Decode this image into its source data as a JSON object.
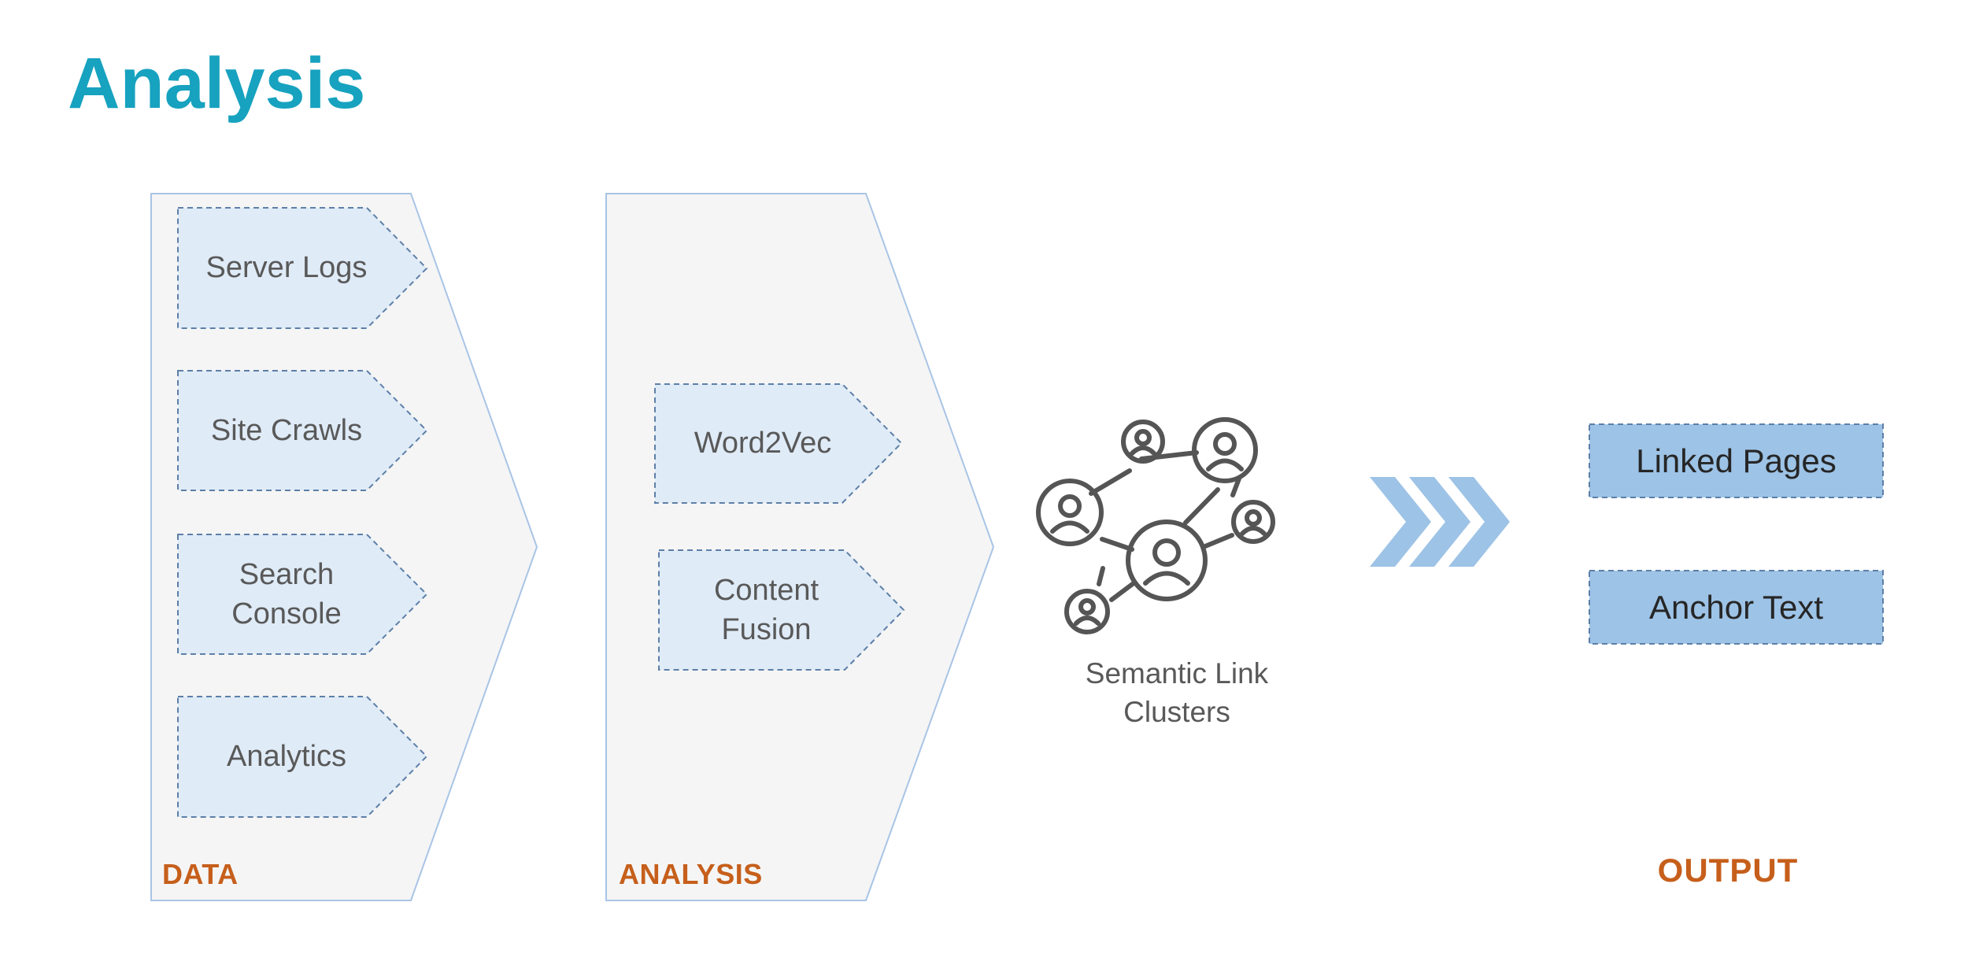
{
  "title": "Analysis",
  "data_column": {
    "label": "DATA",
    "items": [
      "Server Logs",
      "Site Crawls",
      "Search\nConsole",
      "Analytics"
    ]
  },
  "analysis_column": {
    "label": "ANALYSIS",
    "items": [
      "Word2Vec",
      "Content\nFusion"
    ]
  },
  "cluster": {
    "caption": "Semantic Link\nClusters",
    "icon": "network-people-icon"
  },
  "arrows_icon": "triple-chevron-right-icon",
  "output": {
    "label": "OUTPUT",
    "items": [
      "Linked Pages",
      "Anchor Text"
    ]
  },
  "colors": {
    "title": "#17a2bf",
    "section_label": "#c65f1b",
    "panel_fill": "#f5f5f5",
    "panel_border": "#a9c4e6",
    "item_fill": "#dfebf7",
    "item_border": "#5d7fa8",
    "output_fill": "#9dc3e6",
    "chevron": "#9dc3e6",
    "icon": "#555555"
  }
}
